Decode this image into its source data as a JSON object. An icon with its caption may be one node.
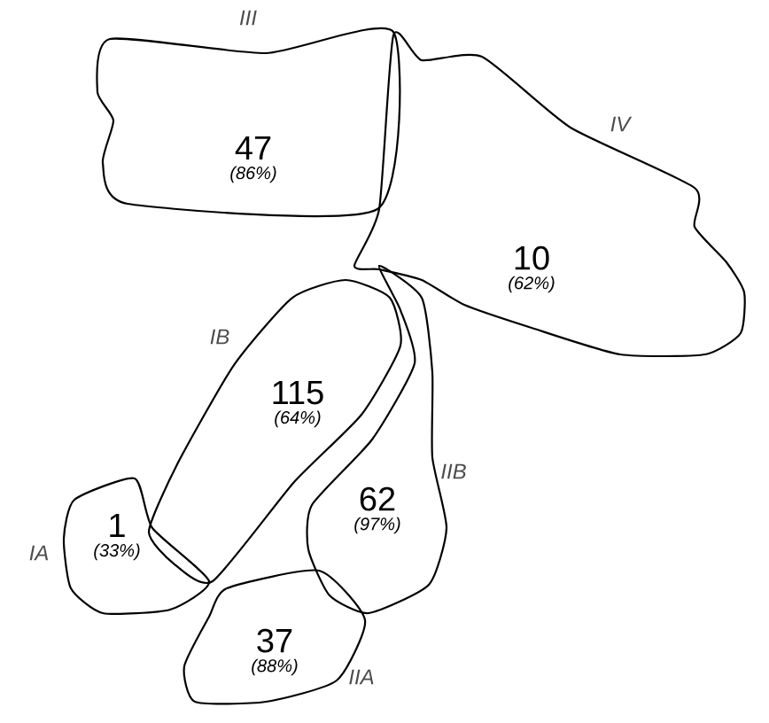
{
  "diagram": {
    "nodes": [
      {
        "text": [
          "47",
          "(86%)"
        ],
        "beside": [
          "III"
        ]
      },
      {
        "text": [
          "10",
          "(62%)"
        ],
        "beside": [
          "IV"
        ]
      },
      {
        "text": [
          "115",
          "(64%)"
        ],
        "beside": [
          "IB"
        ]
      },
      {
        "text": [
          "1",
          "(33%)"
        ],
        "beside": [
          "IA"
        ]
      },
      {
        "text": [
          "62",
          "(97%)"
        ],
        "beside": [
          "IIB"
        ]
      },
      {
        "text": [
          "37",
          "(88%)"
        ],
        "beside": [
          "IIA"
        ]
      }
    ]
  }
}
